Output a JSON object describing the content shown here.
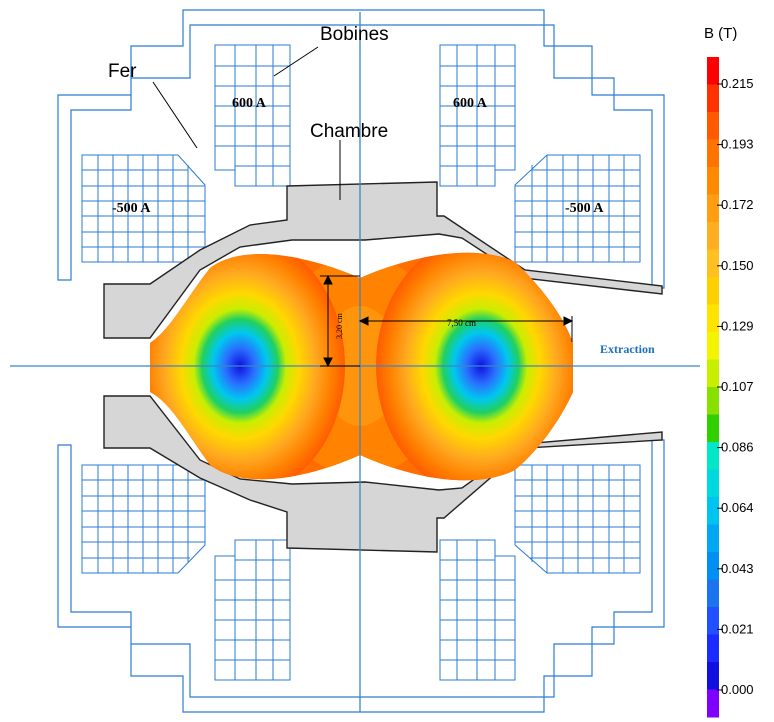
{
  "labels": {
    "bobines": "Bobines",
    "fer": "Fer",
    "chambre": "Chambre",
    "extraction": "Extraction",
    "coil_upper_left": "600 A",
    "coil_upper_right": "600 A",
    "coil_left": "-500 A",
    "coil_right": "-500 A",
    "dim_height": "3,20 cm",
    "dim_width": "7,50 cm"
  },
  "colorbar": {
    "title": "B (T)",
    "ticks": [
      "0.215",
      "0.193",
      "0.172",
      "0.150",
      "0.129",
      "0.107",
      "0.086",
      "0.064",
      "0.043",
      "0.021",
      "0.000"
    ],
    "colors": [
      "#ff0000",
      "#ff3300",
      "#ff5a00",
      "#ff7400",
      "#ff8a00",
      "#ff9e10",
      "#ffae20",
      "#ffc020",
      "#ffd000",
      "#ffe400",
      "#f4f400",
      "#c8ee00",
      "#88e000",
      "#30d000",
      "#00e8c8",
      "#00d8e0",
      "#00c4f0",
      "#00a8f4",
      "#0090f4",
      "#1a74f0",
      "#2050ff",
      "#1a2cff",
      "#1010e0",
      "#8000ff"
    ]
  },
  "colors": {
    "outline": "#2b7bd6",
    "chamber_fill": "#d6d6d6",
    "axis": "#3a86c8",
    "extraction_text": "#1a6fc0"
  }
}
